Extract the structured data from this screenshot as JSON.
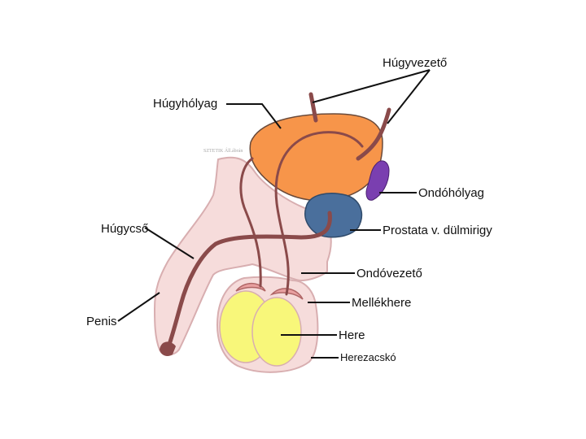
{
  "labels": {
    "ureter": "Húgyvezető",
    "bladder": "Húgyhólyag",
    "seminal_vesicle": "Ondóhólyag",
    "urethra": "Húgycső",
    "prostate": "Prostata v. dülmirigy",
    "vas_deferens": "Ondóvezető",
    "epididymis": "Mellékhere",
    "penis": "Penis",
    "testis": "Here",
    "scrotum": "Herezacskó"
  },
  "watermark": "SZTETIK Áll.ábrán",
  "colors": {
    "background": "#ffffff",
    "skin": "#f6dcdb",
    "skin_outline": "#d8aeb0",
    "bladder": "#f7954a",
    "prostate": "#4a6f9c",
    "seminal_vesicle": "#7a3fb0",
    "urethra": "#8a4a4a",
    "testis": "#f8f77a",
    "text": "#111111"
  }
}
